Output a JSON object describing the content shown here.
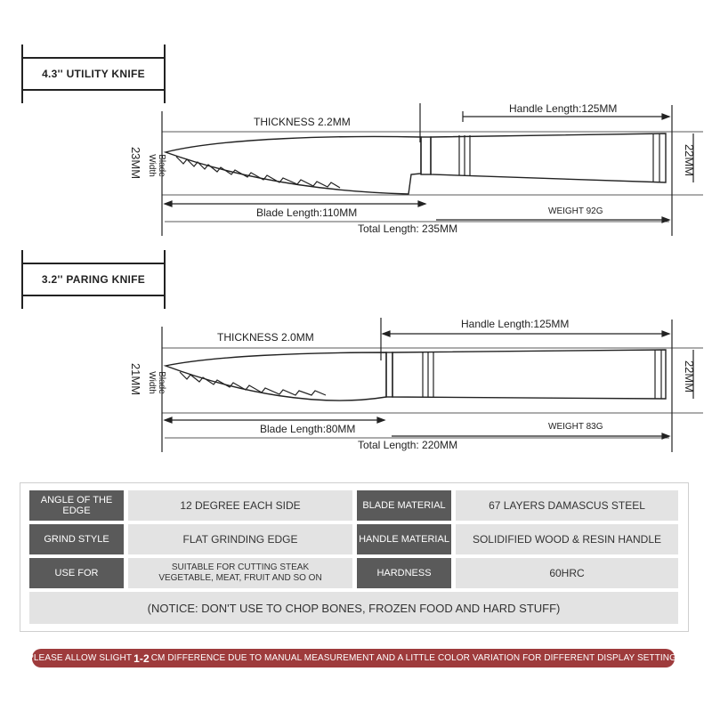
{
  "knife1": {
    "label": "4.3'' UTILITY KNIFE",
    "thickness": "THICKNESS 2.2MM",
    "handle_length": "Handle Length:125MM",
    "blade_width_label": "Blade\nWidth",
    "blade_width_value": "23MM",
    "handle_height": "22MM",
    "blade_length": "Blade Length:110MM",
    "weight": "WEIGHT 92G",
    "total_length": "Total Length: 235MM"
  },
  "knife2": {
    "label": "3.2'' PARING KNIFE",
    "thickness": "THICKNESS 2.0MM",
    "handle_length": "Handle Length:125MM",
    "blade_width_label": "Blade\nWidth",
    "blade_width_value": "21MM",
    "handle_height": "22MM",
    "blade_length": "Blade Length:80MM",
    "weight": "WEIGHT 83G",
    "total_length": "Total Length: 220MM"
  },
  "specs": {
    "angle_label": "ANGLE OF THE EDGE",
    "angle_value": "12 DEGREE EACH SIDE",
    "blade_material_label": "BLADE MATERIAL",
    "blade_material_value": "67 LAYERS DAMASCUS STEEL",
    "grind_label": "GRIND STYLE",
    "grind_value": "FLAT GRINDING EDGE",
    "handle_material_label": "HANDLE MATERIAL",
    "handle_material_value": "SOLIDIFIED WOOD & RESIN HANDLE",
    "use_label": "USE FOR",
    "use_value_line1": "SUITABLE FOR CUTTING STEAK",
    "use_value_line2": "VEGETABLE, MEAT, FRUIT AND SO ON",
    "hardness_label": "HARDNESS",
    "hardness_value": "60HRC",
    "notice": "(NOTICE: DON'T USE TO CHOP BONES, FROZEN FOOD AND HARD STUFF)"
  },
  "banner": {
    "before": "PLEASE ALLOW SLIGHT",
    "highlight": "1-2",
    "after": "CM DIFFERENCE DUE TO MANUAL MEASUREMENT AND A LITTLE COLOR VARIATION FOR DIFFERENT DISPLAY SETTING."
  },
  "colors": {
    "banner": "#9e3b3c",
    "header_cell": "#5a5a5a",
    "value_cell": "#e3e3e3"
  }
}
